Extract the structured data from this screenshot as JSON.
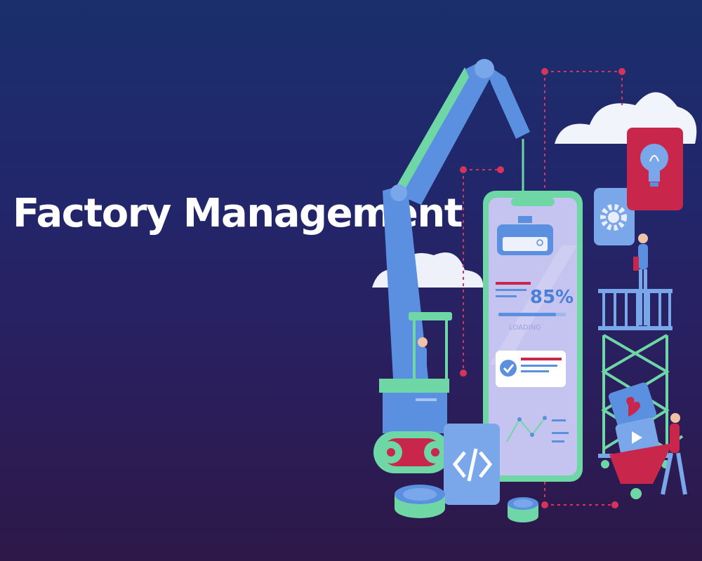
{
  "banner": {
    "title": "Factory Management"
  },
  "illustration": {
    "progress_percent_label": "85%",
    "progress_value": 0.85,
    "loading_label": "LOADING"
  },
  "colors": {
    "background_top": "#1a2f6c",
    "background_bottom": "#2d1848",
    "accent_blue": "#5b8fe0",
    "accent_green": "#6fd7a6",
    "accent_red": "#c8264a",
    "screen_lavender": "#c5c3ef"
  },
  "icons": [
    "crane-arm-icon",
    "smartphone-icon",
    "gear-icon",
    "lightbulb-icon",
    "code-icon",
    "checkmark-icon",
    "cloud-icon",
    "scaffold-icon",
    "worker-icon",
    "wheelbarrow-icon",
    "coin-icon"
  ]
}
